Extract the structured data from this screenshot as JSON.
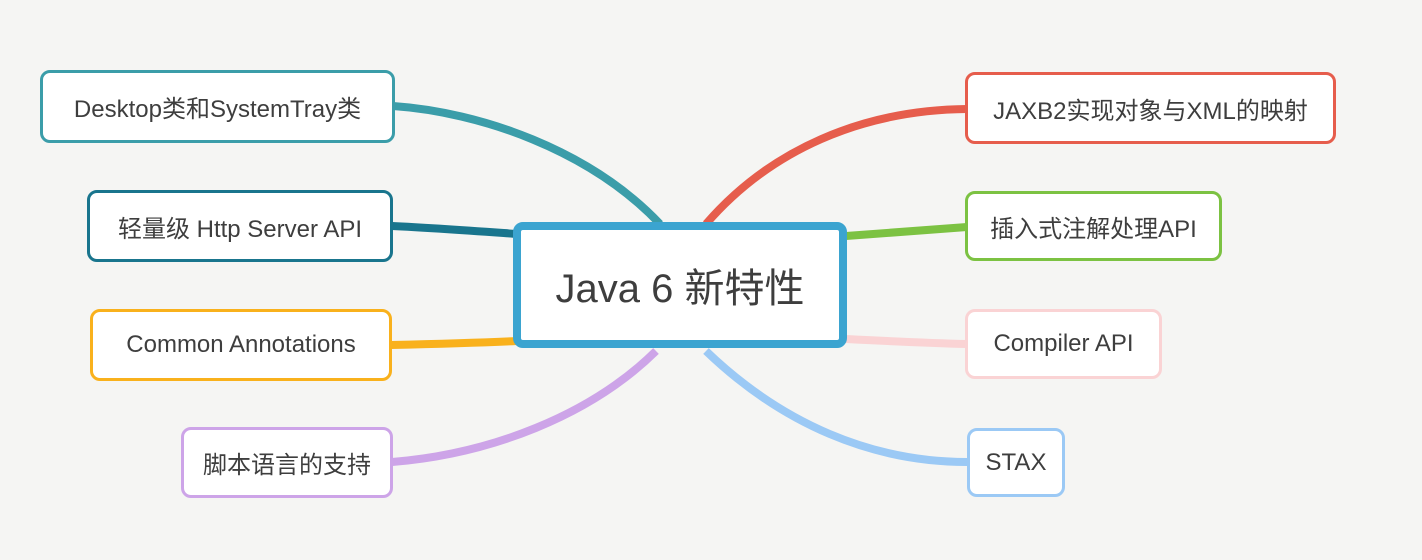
{
  "canvas": {
    "background_color": "#f5f5f3",
    "text_color": "#3e3e3e"
  },
  "root": {
    "label": "Java 6 新特性",
    "border_color": "#3ba4d0"
  },
  "branches": {
    "left": [
      {
        "label": "Desktop类和SystemTray类",
        "color": "#3b9da9"
      },
      {
        "label": "轻量级 Http Server API",
        "color": "#19758d"
      },
      {
        "label": "Common Annotations",
        "color": "#f9b11c"
      },
      {
        "label": "脚本语言的支持",
        "color": "#cda4e8"
      }
    ],
    "right": [
      {
        "label": "JAXB2实现对象与XML的映射",
        "color": "#e65d4c"
      },
      {
        "label": "插入式注解处理API",
        "color": "#7cc242"
      },
      {
        "label": "Compiler API",
        "color": "#fad3d4"
      },
      {
        "label": "STAX",
        "color": "#9bc9f5"
      }
    ]
  }
}
